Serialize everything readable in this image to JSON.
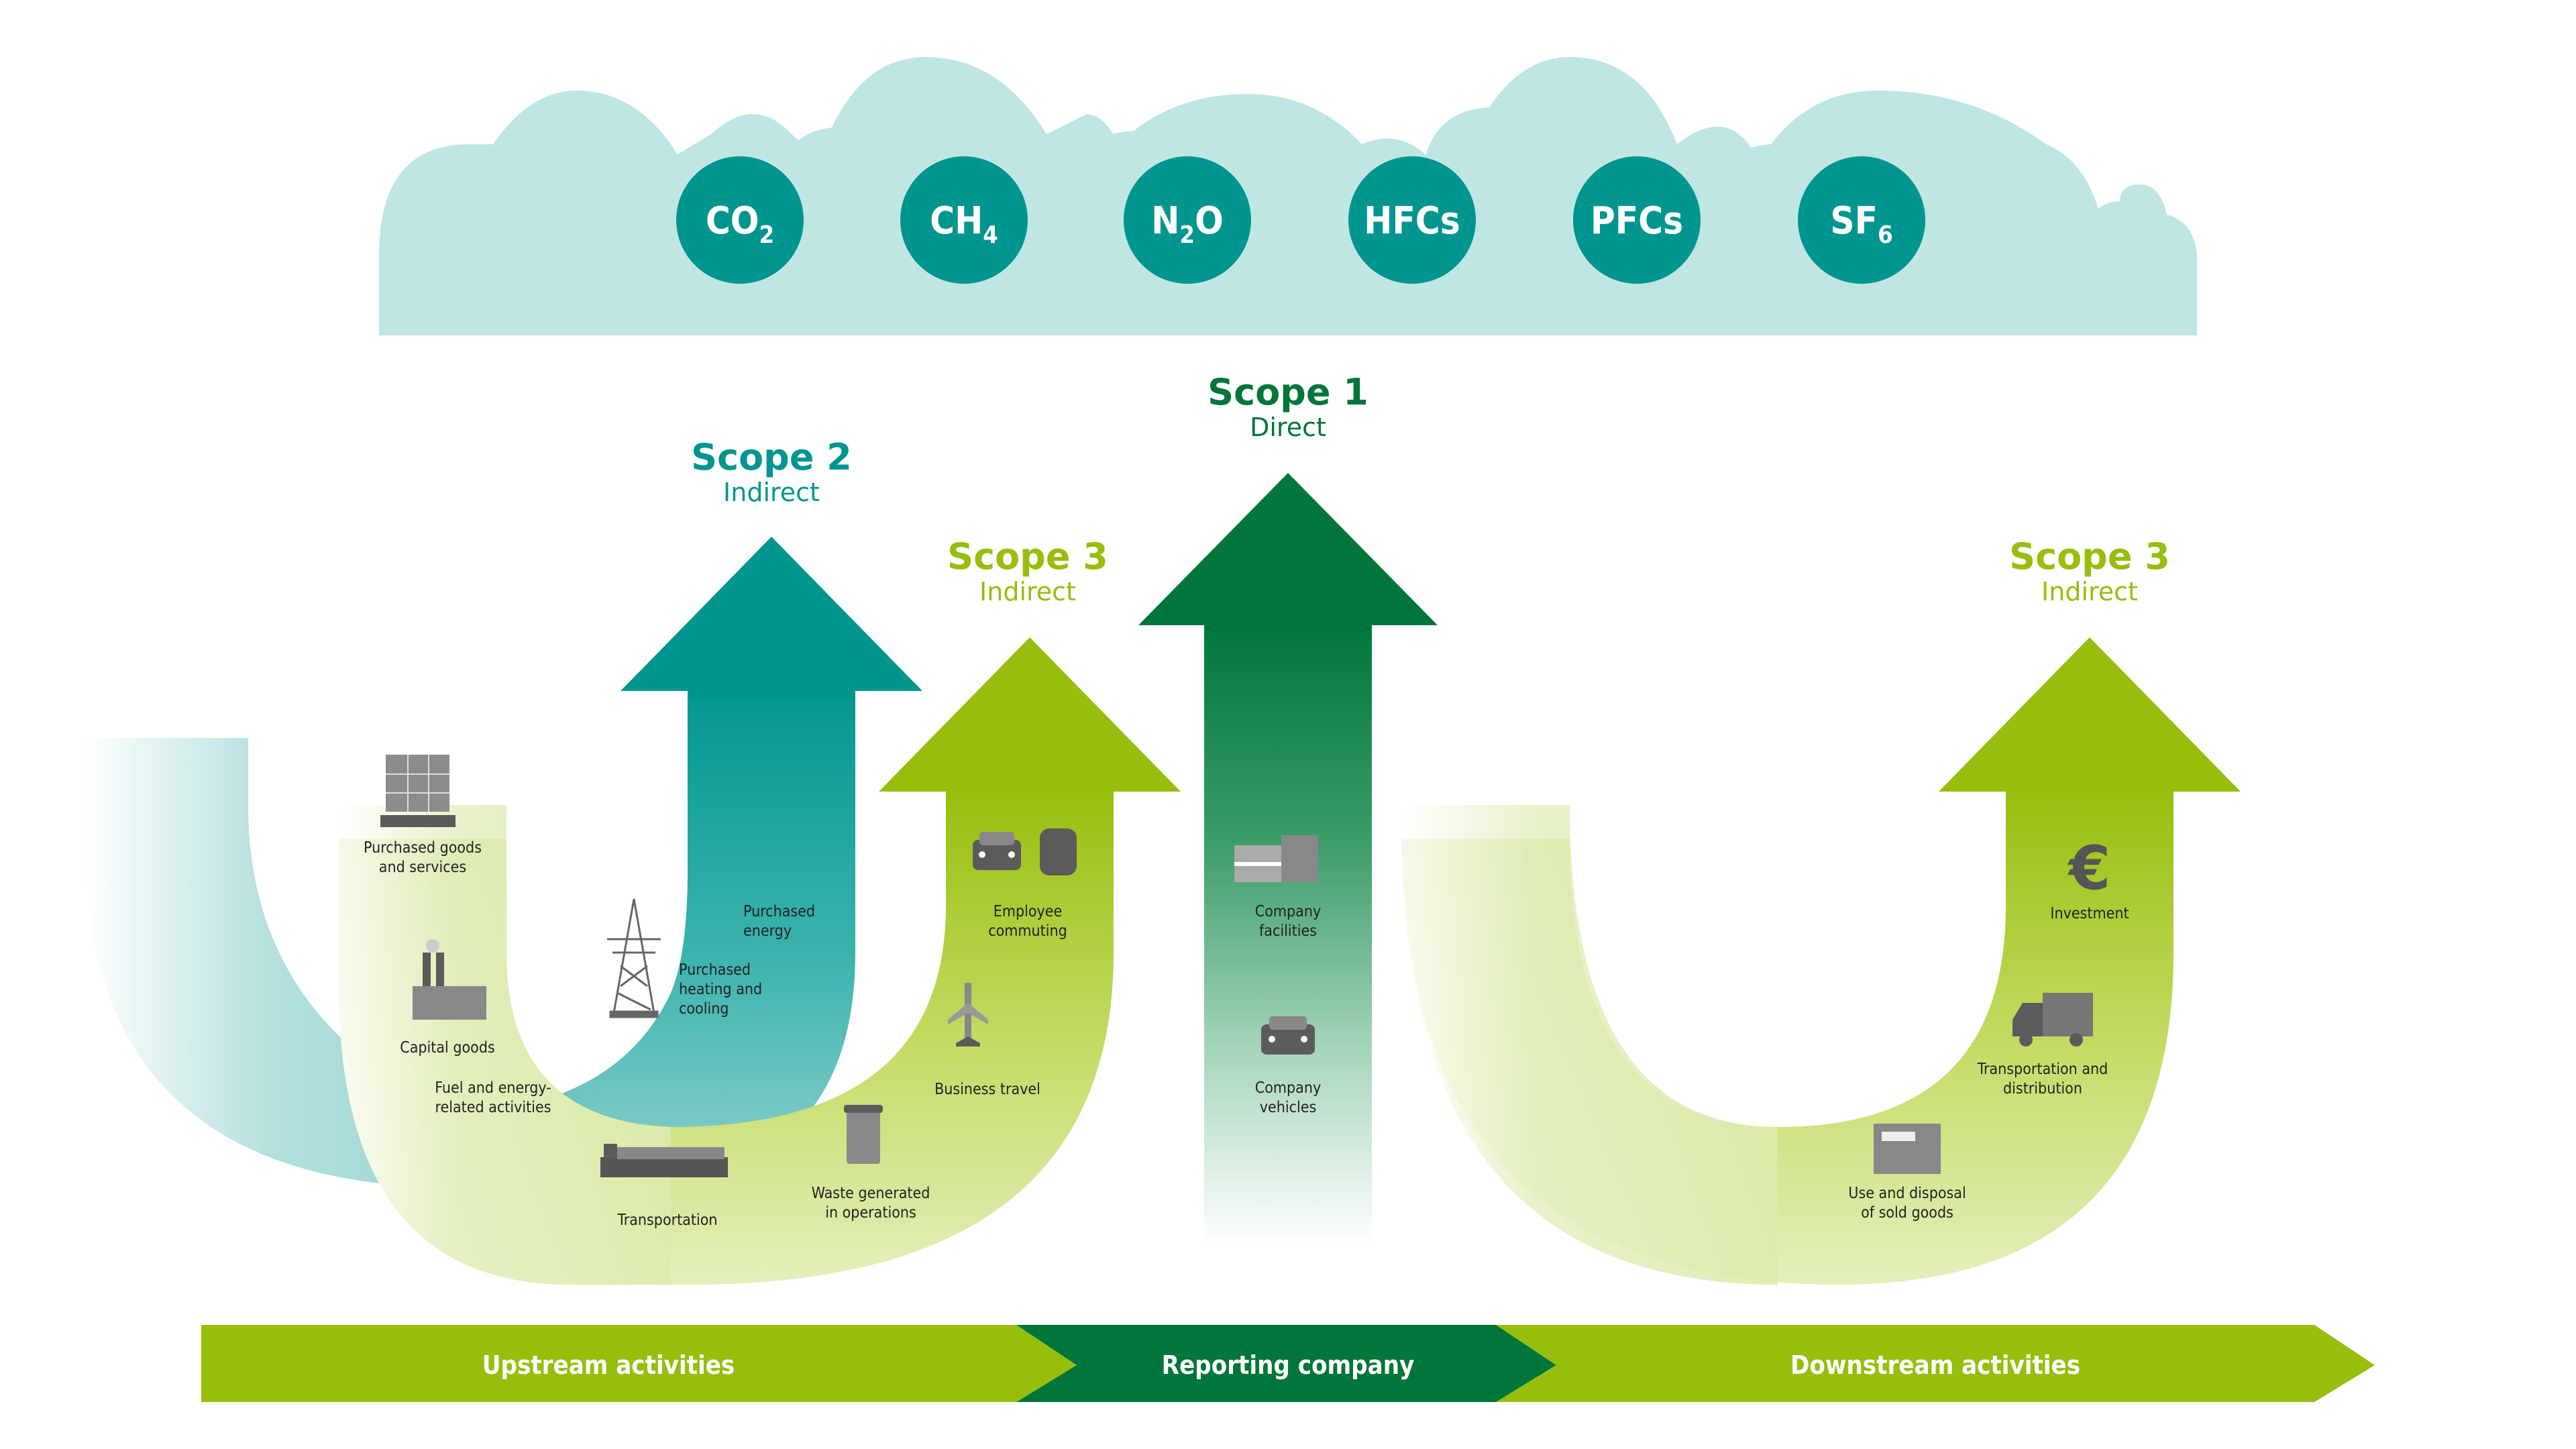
{
  "title": "Greenhouse gas emission scopes",
  "colors": {
    "teal": "#00968F",
    "cloud": "#BFE6E3",
    "dark_green": "#00763A",
    "lime": "#97BE0D",
    "text_dark": "#222222"
  },
  "gases": [
    {
      "base": "CO",
      "sub": "2"
    },
    {
      "base": "CH",
      "sub": "4"
    },
    {
      "base": "N",
      "sub": "2",
      "tail": "O"
    },
    {
      "base": "HFCs",
      "sub": ""
    },
    {
      "base": "PFCs",
      "sub": ""
    },
    {
      "base": "SF",
      "sub": "6"
    }
  ],
  "scopes": {
    "scope2": {
      "title": "Scope 2",
      "subtitle": "Indirect"
    },
    "scope3_up": {
      "title": "Scope 3",
      "subtitle": "Indirect"
    },
    "scope1": {
      "title": "Scope 1",
      "subtitle": "Direct"
    },
    "scope3_down": {
      "title": "Scope 3",
      "subtitle": "Indirect"
    }
  },
  "activities": {
    "purchased_goods": {
      "label": "Purchased goods\nand services",
      "icon": "pallet-boxes-icon"
    },
    "capital_goods": {
      "label": "Capital goods",
      "icon": "factory-icon"
    },
    "fuel_energy": {
      "label": "Fuel and energy-\nrelated activities"
    },
    "transportation": {
      "label": "Transportation",
      "icon": "cargo-ship-icon"
    },
    "purchased_energy": {
      "label": "Purchased\nenergy",
      "icon": "power-pylon-icon"
    },
    "purchased_heating": {
      "label": "Purchased\nheating and\ncooling"
    },
    "waste": {
      "label": "Waste generated\nin operations",
      "icon": "trash-can-icon"
    },
    "business_travel": {
      "label": "Business travel",
      "icon": "airplane-icon"
    },
    "employee_commuting": {
      "label": "Employee\ncommuting",
      "icon": "car-train-icon"
    },
    "company_facilities": {
      "label": "Company\nfacilities",
      "icon": "building-icon"
    },
    "company_vehicles": {
      "label": "Company\nvehicles",
      "icon": "car-icon"
    },
    "investment": {
      "label": "Investment",
      "icon": "euro-icon",
      "glyph": "€"
    },
    "transport_distribution": {
      "label": "Transportation and\ndistribution",
      "icon": "truck-icon"
    },
    "use_disposal": {
      "label": "Use and disposal\nof sold goods",
      "icon": "appliance-icon"
    }
  },
  "bands": {
    "upstream": "Upstream activities",
    "reporting": "Reporting company",
    "downstream": "Downstream activities"
  }
}
